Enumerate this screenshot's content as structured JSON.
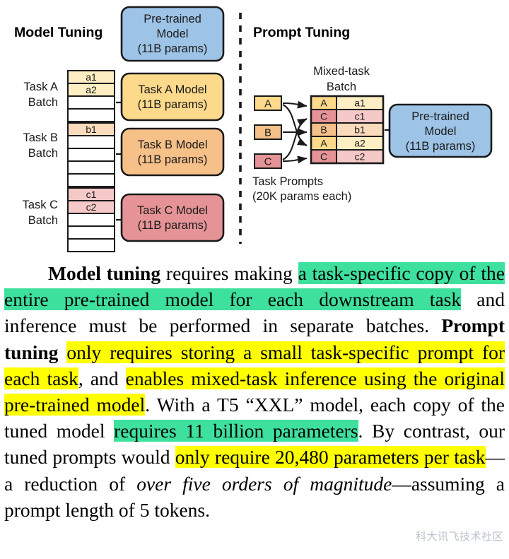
{
  "figure": {
    "left_panel": {
      "title": "Model Tuning",
      "pretrained_box": {
        "line1": "Pre-trained",
        "line2": "Model",
        "line3": "(11B params)",
        "color": "#9dc3e6"
      },
      "rows": [
        {
          "batch_label_line1": "Task A",
          "batch_label_line2": "Batch",
          "cells": [
            "a1",
            "a2",
            "",
            "",
            ""
          ],
          "cell_color": "#fdeec3",
          "model_line1": "Task A Model",
          "model_line2": "(11B params)",
          "model_color": "#fcd98b"
        },
        {
          "batch_label_line1": "Task B",
          "batch_label_line2": "Batch",
          "cells": [
            "b1",
            "",
            "",
            "",
            ""
          ],
          "cell_color": "#fadcbd",
          "model_line1": "Task B Model",
          "model_line2": "(11B params)",
          "model_color": "#f6c089"
        },
        {
          "batch_label_line1": "Task C",
          "batch_label_line2": "Batch",
          "cells": [
            "c1",
            "c2",
            "",
            "",
            ""
          ],
          "cell_color": "#f6c9c9",
          "model_line1": "Task C Model",
          "model_line2": "(11B params)",
          "model_color": "#e59396"
        }
      ]
    },
    "right_panel": {
      "title": "Prompt Tuning",
      "batch_caption_line1": "Mixed-task",
      "batch_caption_line2": "Batch",
      "prompts_caption_line1": "Task Prompts",
      "prompts_caption_line2": "(20K params each)",
      "prompt_chips": [
        {
          "label": "A",
          "color": "#fcd98b"
        },
        {
          "label": "B",
          "color": "#f6c089"
        },
        {
          "label": "C",
          "color": "#e59396"
        }
      ],
      "batch_rows": [
        {
          "tag": "A",
          "item": "a1",
          "tag_color": "#fcd98b",
          "item_color": "#fdeec3"
        },
        {
          "tag": "C",
          "item": "c1",
          "tag_color": "#e59396",
          "item_color": "#f6c9c9"
        },
        {
          "tag": "B",
          "item": "b1",
          "tag_color": "#f6c089",
          "item_color": "#fadcbd"
        },
        {
          "tag": "A",
          "item": "a2",
          "tag_color": "#fcd98b",
          "item_color": "#fdeec3"
        },
        {
          "tag": "C",
          "item": "c2",
          "tag_color": "#e59396",
          "item_color": "#f6c9c9"
        }
      ],
      "pretrained_box": {
        "line1": "Pre-trained",
        "line2": "Model",
        "line3": "(11B params)",
        "color": "#9dc3e6"
      }
    }
  },
  "prose": {
    "segments": [
      {
        "text": "Model tuning",
        "style": "bold"
      },
      {
        "text": " requires making ",
        "style": "plain"
      },
      {
        "text": "a task-specific copy of the entire pre-trained model for each downstream task",
        "style": "highlight-green"
      },
      {
        "text": " and inference must be performed in separate batches.  ",
        "style": "plain"
      },
      {
        "text": "Prompt tuning",
        "style": "bold"
      },
      {
        "text": " ",
        "style": "plain"
      },
      {
        "text": "only requires storing a small task-specific prompt for each task",
        "style": "highlight-yellow"
      },
      {
        "text": ", and ",
        "style": "plain"
      },
      {
        "text": "enables mixed-task inference using the original pre-trained model",
        "style": "highlight-yellow"
      },
      {
        "text": ".  With a T5 “XXL” model, each copy of the tuned model ",
        "style": "plain"
      },
      {
        "text": "requires 11 billion parameters",
        "style": "highlight-green"
      },
      {
        "text": ".  By contrast, our tuned prompts would ",
        "style": "plain"
      },
      {
        "text": "only require 20,480 parameters per task",
        "style": "highlight-yellow"
      },
      {
        "text": "—a reduction of ",
        "style": "plain"
      },
      {
        "text": "over five orders of magnitude",
        "style": "italic"
      },
      {
        "text": "—assuming a prompt length of 5 tokens.",
        "style": "plain"
      }
    ]
  },
  "watermark": {
    "text": "科大讯飞技术社区"
  },
  "colors": {
    "highlight_green": "#3ee09e",
    "highlight_yellow": "#ffff00",
    "pretrained_blue": "#9dc3e6",
    "stroke": "#1a1a1a"
  }
}
